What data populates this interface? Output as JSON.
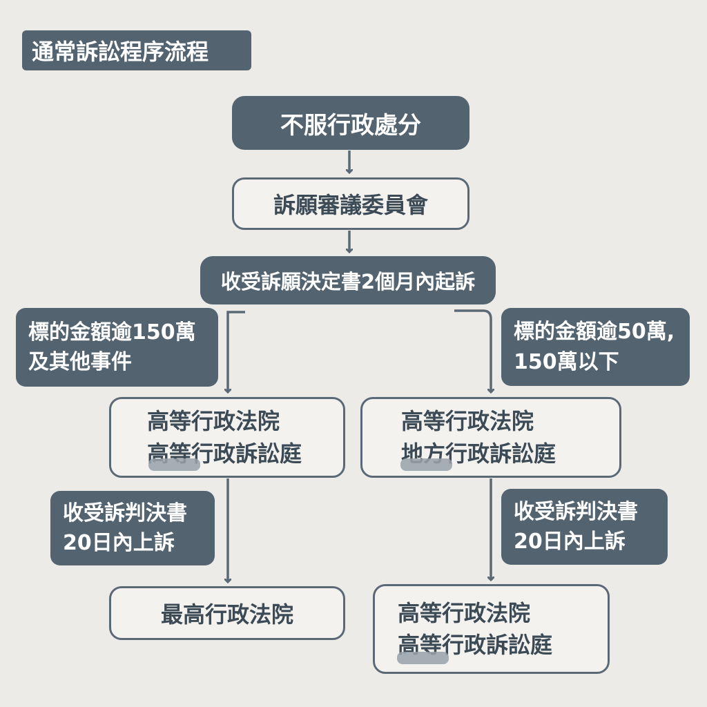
{
  "title": "通常訴訟程序流程",
  "nodes": {
    "start": "不服行政處分",
    "appeal_committee": "訴願審議委員會",
    "filing_deadline": "收受訴願決定書2個月內起訴",
    "condition_left": [
      "標的金額逾150萬",
      "及其他事件"
    ],
    "condition_right": [
      "標的金額逾50萬,",
      "150萬以下"
    ],
    "court_left_first": [
      "高等行政法院",
      "高等行政訴訟庭"
    ],
    "court_right_first": [
      "高等行政法院",
      "地方行政訴訟庭"
    ],
    "appeal_deadline_left": [
      "收受訴判決書",
      "20日內上訴"
    ],
    "appeal_deadline_right": [
      "收受訴判決書",
      "20日內上訴"
    ],
    "court_left_second": "最高行政法院",
    "court_right_second": [
      "高等行政法院",
      "高等行政訴訟庭"
    ]
  },
  "colors": {
    "background": "#ecebe8",
    "dark_box": "#536370",
    "light_box_fill": "#f3f2ef",
    "border_and_lines": "#5a6975"
  }
}
